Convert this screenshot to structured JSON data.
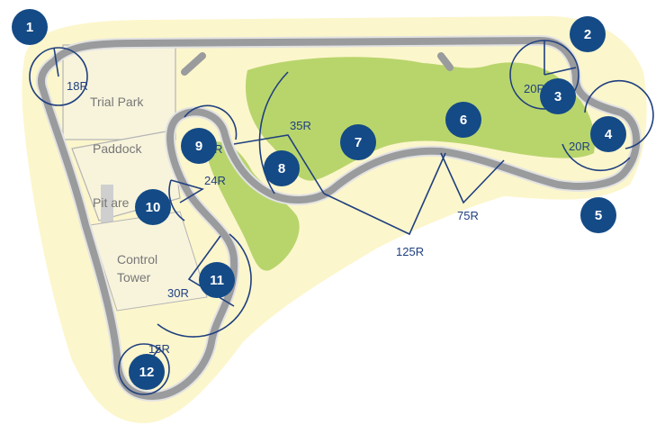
{
  "map": {
    "colors": {
      "ground": "#fcf6cc",
      "grass": "#b8d56c",
      "track": "#9a9b9d",
      "track_edge": "#e2e2e2",
      "building": "#f8f4dc",
      "building_line": "#b4b4b4",
      "guide_line": "#1f3f7f",
      "marker": "#144a86",
      "marker_text": "#ffffff"
    },
    "areas": {
      "trial_park": "Trial Park",
      "paddock": "Paddock",
      "pit_area": "Pit are",
      "control_tower_line1": "Control",
      "control_tower_line2": "Tower"
    },
    "corners": [
      "1",
      "2",
      "3",
      "4",
      "5",
      "6",
      "7",
      "8",
      "9",
      "10",
      "11",
      "12"
    ],
    "radii": {
      "r18": "18R",
      "r20_top": "20R",
      "r20_right": "20R",
      "r35": "35R",
      "r24": "24R",
      "r125": "125R",
      "r75": "75R",
      "r30": "30R",
      "r15": "15R",
      "r9": "R"
    }
  }
}
